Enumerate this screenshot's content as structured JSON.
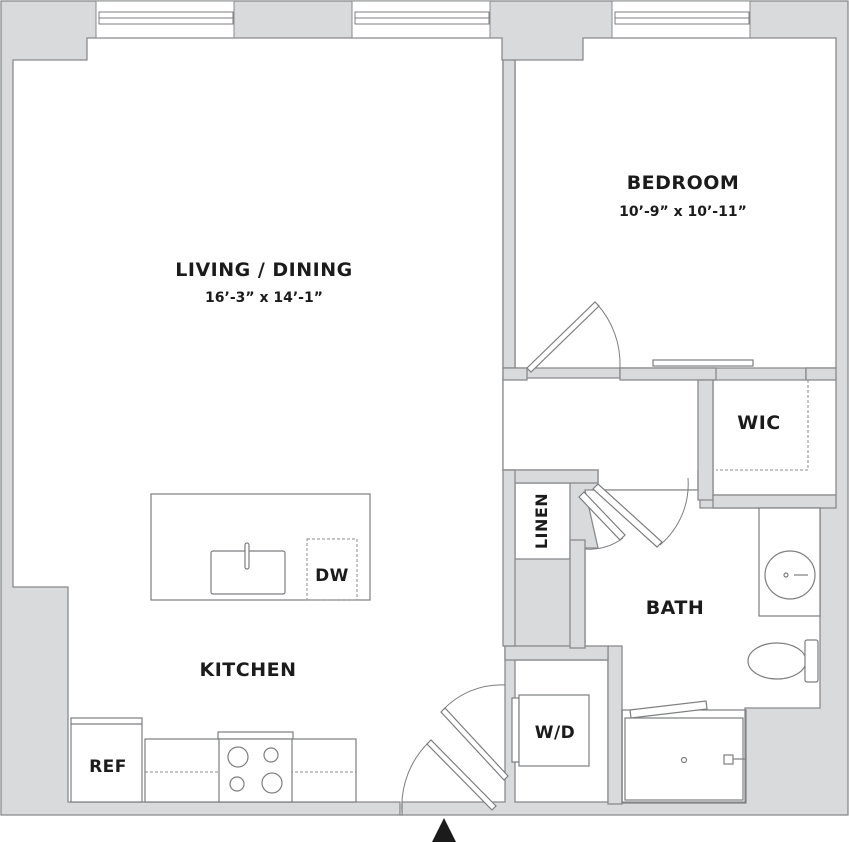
{
  "floorplan": {
    "rooms": {
      "living_dining": {
        "name": "LIVING / DINING",
        "dimensions": "16’-3” x 14’-1”"
      },
      "bedroom": {
        "name": "BEDROOM",
        "dimensions": "10’-9” x 10’-11”"
      },
      "kitchen": {
        "name": "KITCHEN"
      },
      "bath": {
        "name": "BATH"
      },
      "wic": {
        "name": "WIC"
      },
      "linen": {
        "name": "LINEN"
      }
    },
    "appliances": {
      "dishwasher": "DW",
      "refrigerator": "REF",
      "washer_dryer": "W/D"
    },
    "entry_marker": "entry-arrow",
    "colors": {
      "wall_fill": "#d9dadb",
      "wall_line": "#8a8b8d",
      "text": "#1b1b1b",
      "background": "#ffffff"
    }
  }
}
